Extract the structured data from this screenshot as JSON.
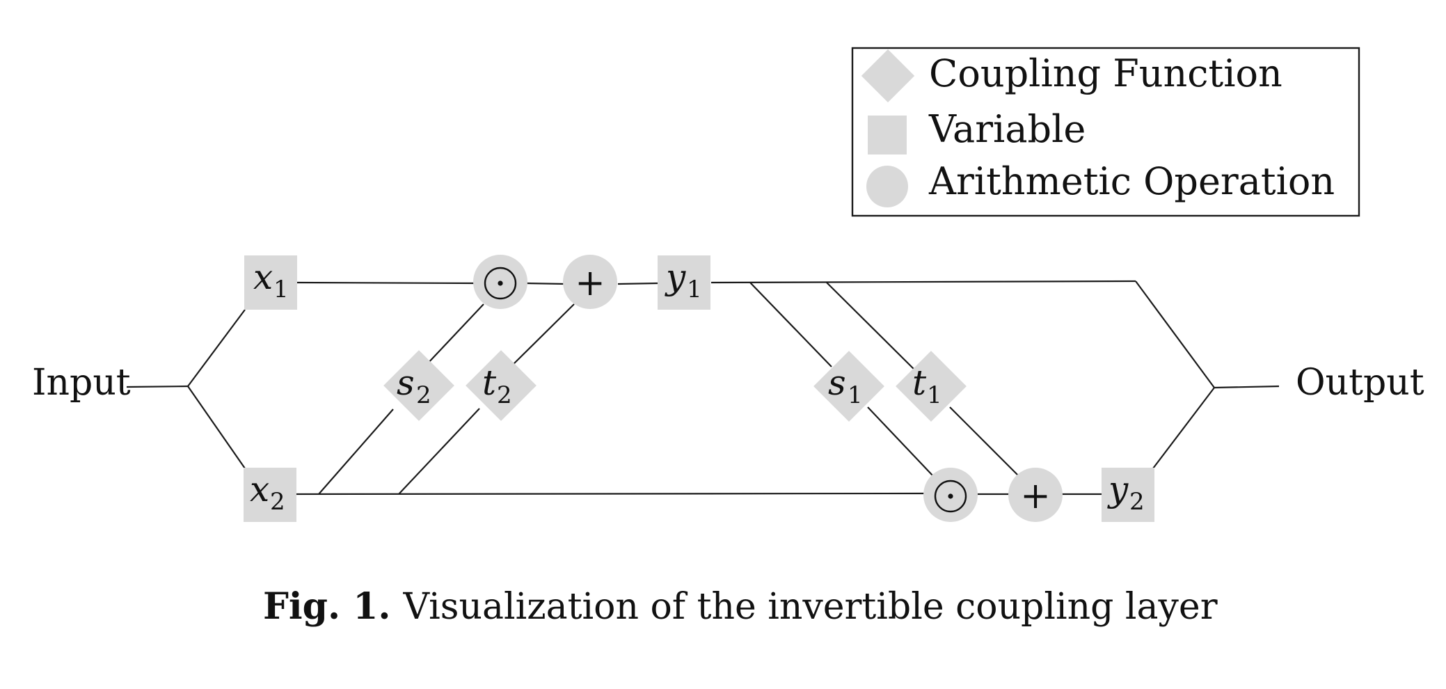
{
  "labels": {
    "input": "Input",
    "output": "Output"
  },
  "legend": {
    "items": [
      {
        "shape": "diamond",
        "label": "Coupling Function"
      },
      {
        "shape": "square",
        "label": "Variable"
      },
      {
        "shape": "circle",
        "label": "Arithmetic Operation"
      }
    ]
  },
  "nodes": {
    "x1": {
      "base": "x",
      "sub": "1"
    },
    "x2": {
      "base": "x",
      "sub": "2"
    },
    "y1": {
      "base": "y",
      "sub": "1"
    },
    "y2": {
      "base": "y",
      "sub": "2"
    },
    "s1": {
      "base": "s",
      "sub": "1"
    },
    "s2": {
      "base": "s",
      "sub": "2"
    },
    "t1": {
      "base": "t",
      "sub": "1"
    },
    "t2": {
      "base": "t",
      "sub": "2"
    },
    "mul_top": {
      "symbol": "⊙"
    },
    "add_top": {
      "symbol": "+"
    },
    "mul_bottom": {
      "symbol": "⊙"
    },
    "add_bottom": {
      "symbol": "+"
    }
  },
  "caption": {
    "label": "Fig. 1.",
    "text": "Visualization of the invertible coupling layer"
  },
  "colors": {
    "node_fill": "#d9d9d9",
    "line": "#1a1a1a",
    "text": "#111111"
  }
}
